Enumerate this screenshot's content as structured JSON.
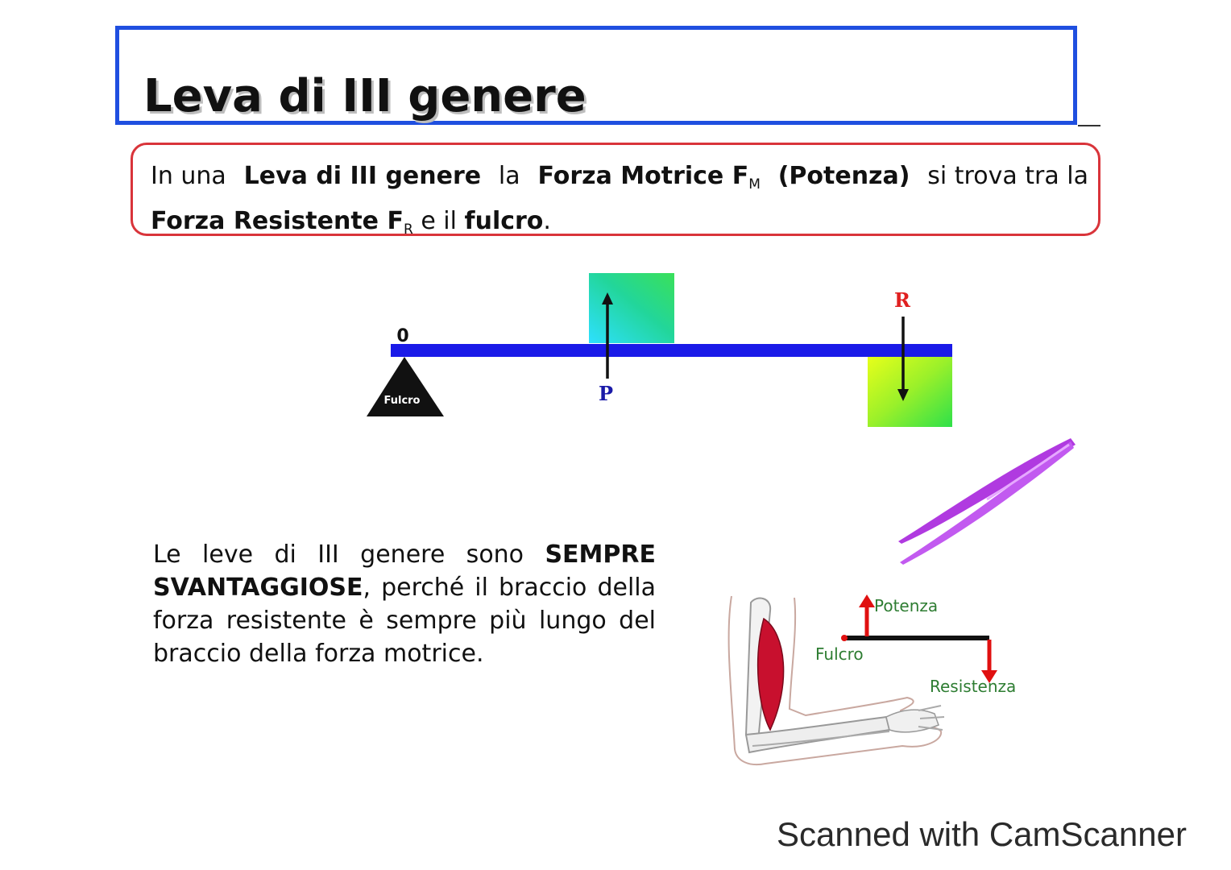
{
  "title": "Leva di III genere",
  "definition": {
    "line1": {
      "p1": "In una",
      "p2": "Leva di III genere",
      "p3": "la",
      "p4": "Forza Motrice F",
      "p4_sub": "M",
      "p5": "(Potenza)",
      "p6": "si trova tra la"
    },
    "line2": {
      "p1": "Forza Resistente F",
      "p1_sub": "R",
      "p2": "e il",
      "p3": "fulcro",
      "p4": "."
    }
  },
  "lever_diagram": {
    "origin_label": "0",
    "fulcrum_label": "Fulcro",
    "effort_label": "P",
    "resistance_label": "R",
    "colors": {
      "beam": "#1a1ae8",
      "effort_label": "#1a1aa8",
      "resistance_label": "#e02020",
      "fulcrum": "#111111"
    }
  },
  "body": {
    "p1": "Le leve di III genere sono",
    "p2": "SEMPRE SVANTAGGIOSE",
    "p3": ", perché il braccio della forza resistente è sempre più lungo del braccio della forza motrice."
  },
  "arm_diagram": {
    "effort_label": "Potenza",
    "fulcrum_label": "Fulcro",
    "resistance_label": "Resistenza",
    "colors": {
      "labels": "#2e7d32",
      "arrows": "#e01010",
      "muscle": "#c8102e"
    }
  },
  "watermark": "Scanned with CamScanner"
}
